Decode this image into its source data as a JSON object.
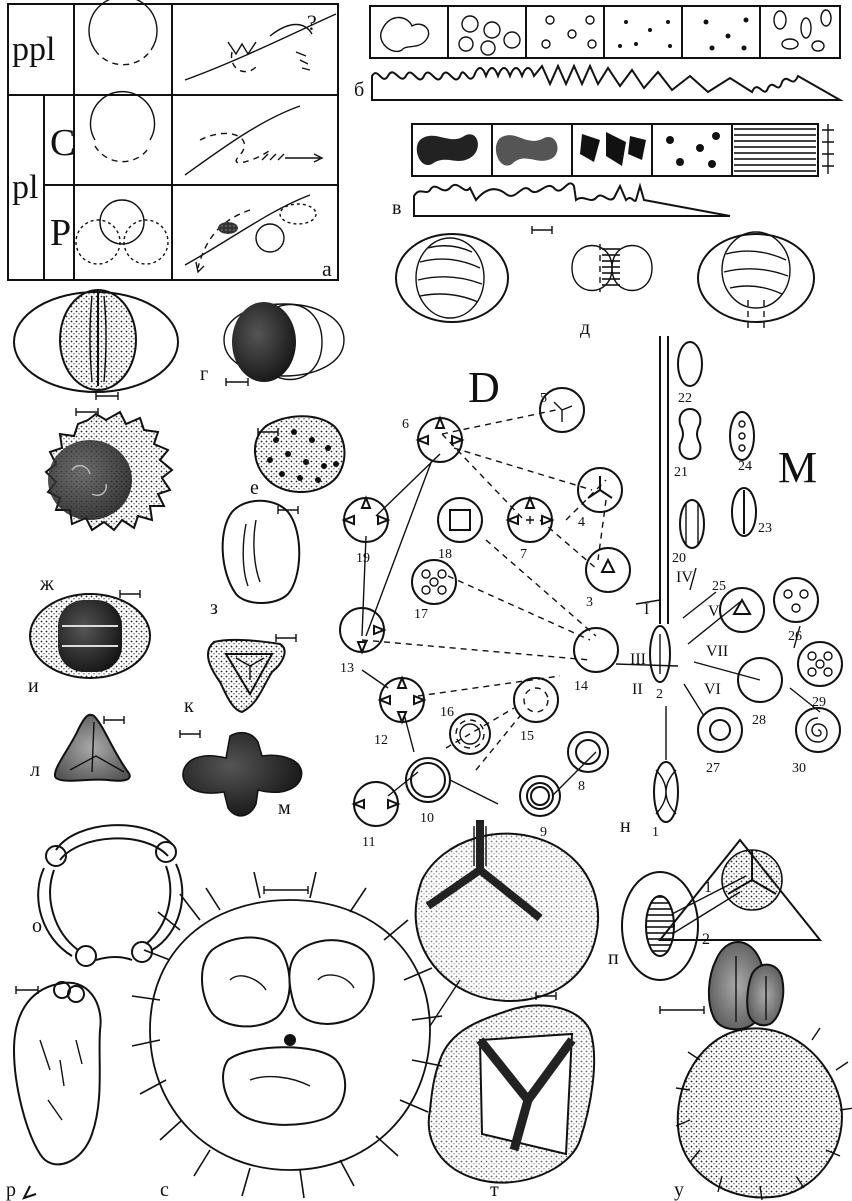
{
  "panel_a": {
    "label": "а",
    "rows": [
      "ppl",
      "pl",
      "C",
      "P"
    ],
    "question": "?"
  },
  "panel_b": {
    "label": "б"
  },
  "panel_v": {
    "label": "в"
  },
  "panel_g": {
    "label": "г"
  },
  "panel_d": {
    "label": "д"
  },
  "panel_e": {
    "label": "е"
  },
  "panel_zh": {
    "label": "ж"
  },
  "panel_z": {
    "label": "з"
  },
  "panel_i": {
    "label": "и"
  },
  "panel_k": {
    "label": "к"
  },
  "panel_l": {
    "label": "л"
  },
  "panel_m": {
    "label": "м"
  },
  "panel_n": {
    "label": "н",
    "title_left": "D",
    "title_right": "M",
    "roman": [
      "I",
      "II",
      "III",
      "IV",
      "V",
      "VI",
      "VII"
    ],
    "nodes": [
      "1",
      "2",
      "3",
      "4",
      "5",
      "6",
      "7",
      "8",
      "9",
      "10",
      "11",
      "12",
      "13",
      "14",
      "15",
      "16",
      "17",
      "18",
      "19",
      "20",
      "21",
      "22",
      "23",
      "24",
      "25",
      "26",
      "27",
      "28",
      "29",
      "30"
    ]
  },
  "panel_o": {
    "label": "о"
  },
  "panel_p": {
    "label": "п",
    "pointer_1": "1",
    "pointer_2": "2"
  },
  "panel_r": {
    "label": "р"
  },
  "panel_s": {
    "label": "с"
  },
  "panel_t": {
    "label": "т"
  },
  "panel_u": {
    "label": "у"
  }
}
